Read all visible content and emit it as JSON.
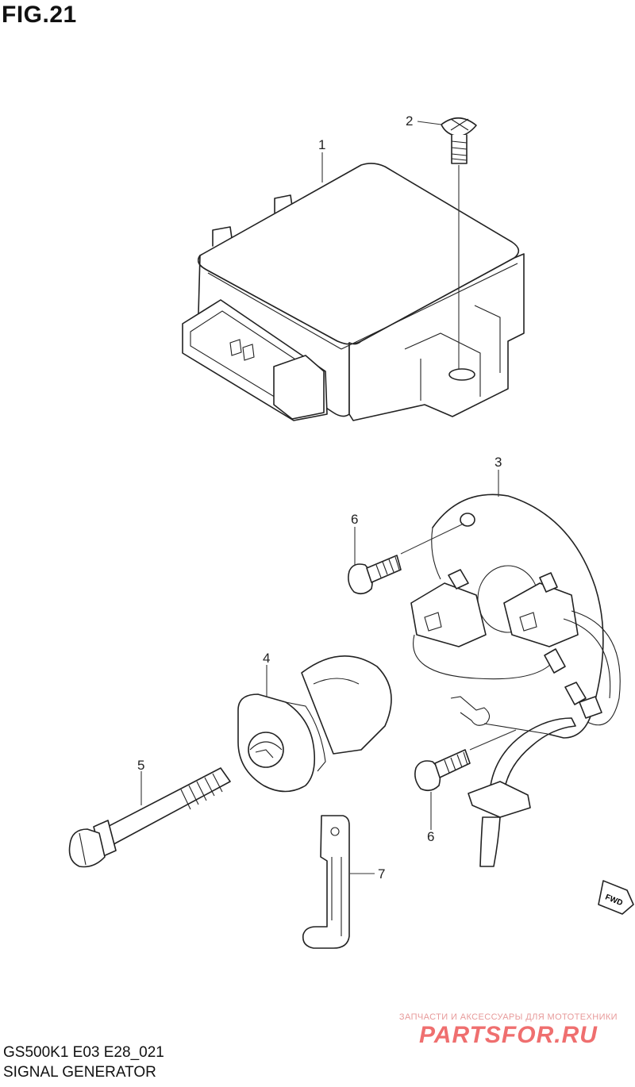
{
  "figure": {
    "title": "FIG.21"
  },
  "parts": [
    {
      "callout": "1"
    },
    {
      "callout": "2"
    },
    {
      "callout": "3"
    },
    {
      "callout": "4"
    },
    {
      "callout": "5"
    },
    {
      "callout": "6"
    },
    {
      "callout": "6"
    },
    {
      "callout": "7"
    }
  ],
  "direction_marker": {
    "label": "FWD"
  },
  "footer": {
    "model_code": "GS500K1 E03 E28_021",
    "section_name": "SIGNAL GENERATOR"
  },
  "watermark": {
    "tagline": "ЗАПЧАСТИ И АКСЕССУАРЫ ДЛЯ МОТОТЕХНИКИ",
    "logo": "PARTSFOR.RU"
  }
}
